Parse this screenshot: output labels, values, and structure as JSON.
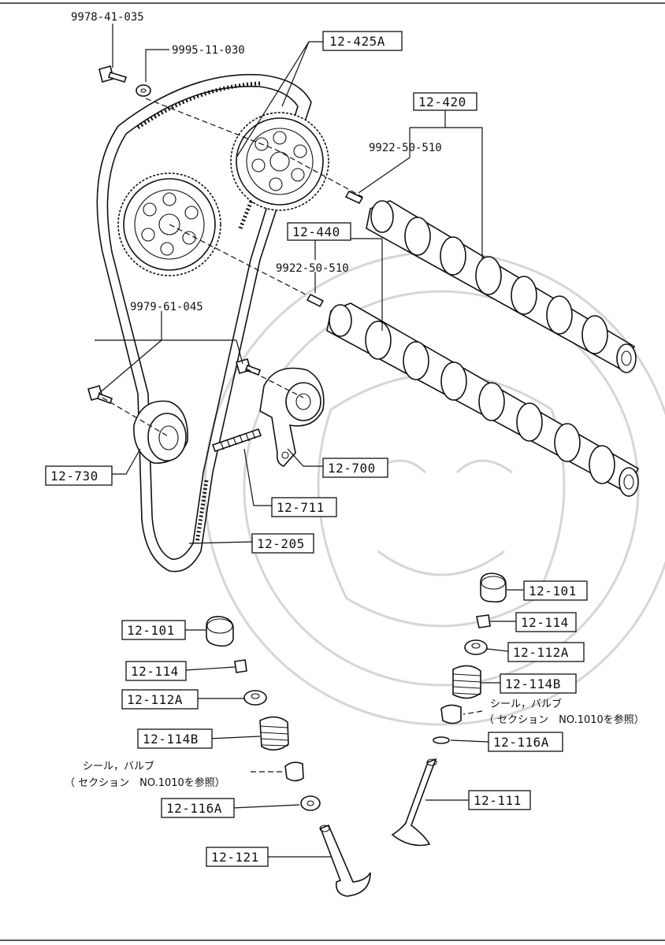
{
  "labels": {
    "bolt_top": "9978-41-035",
    "washer_top": "9995-11-030",
    "cam_pulley": "12-425A",
    "camshaft_upper": "12-420",
    "pin_upper": "9922-50-510",
    "camshaft_lower": "12-440",
    "pin_lower": "9922-50-510",
    "bolt_tensioner": "9979-61-045",
    "idler_pulley": "12-730",
    "tensioner": "12-700",
    "tensioner_spring": "12-711",
    "timing_belt": "12-205",
    "right_12_101": "12-101",
    "right_12_114": "12-114",
    "right_12_112a": "12-112A",
    "right_12_114b": "12-114B",
    "right_seal_line1": "シール，バルブ",
    "right_seal_line2": "（ セクション　NO.1010を参照）",
    "right_12_116a": "12-116A",
    "right_12_111": "12-111",
    "left_12_101": "12-101",
    "left_12_114": "12-114",
    "left_12_112a": "12-112A",
    "left_12_114b": "12-114B",
    "left_seal_line1": "シール，バルブ",
    "left_seal_line2": "（ セクション　NO.1010を参照）",
    "left_12_116a": "12-116A",
    "left_12_121": "12-121"
  }
}
